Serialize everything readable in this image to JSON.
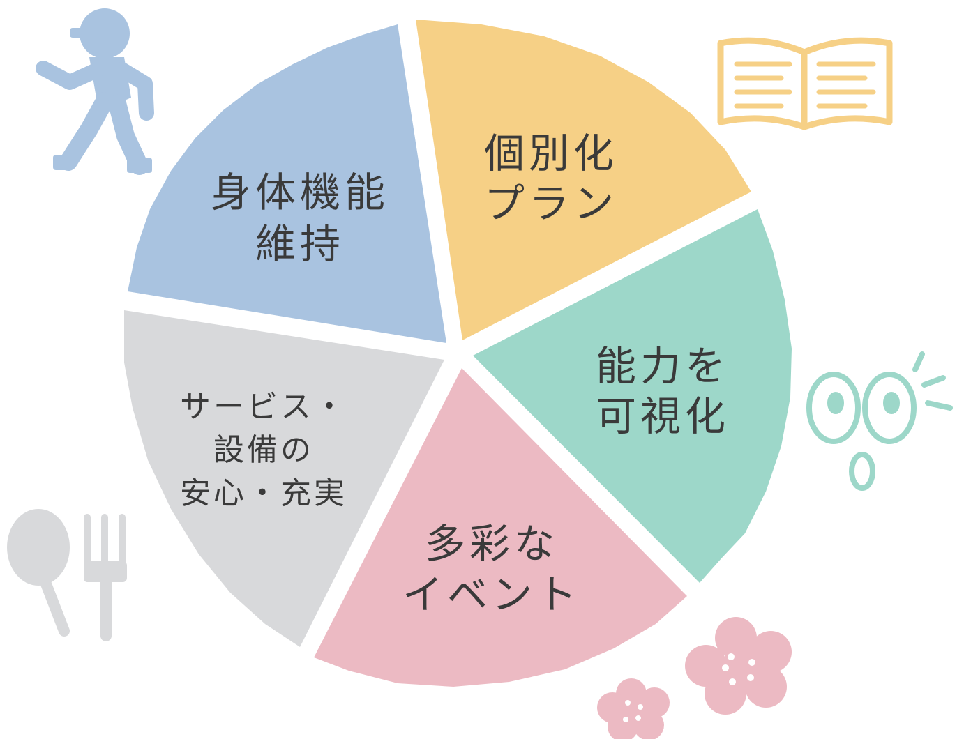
{
  "diagram": {
    "segments": [
      {
        "id": "physical",
        "lines": [
          "身体機能",
          "維持"
        ],
        "color": "#a9c3e0"
      },
      {
        "id": "plan",
        "lines": [
          "個別化",
          "プラン"
        ],
        "color": "#f6d086"
      },
      {
        "id": "visual",
        "lines": [
          "能力を",
          "可視化"
        ],
        "color": "#9dd7c9"
      },
      {
        "id": "event",
        "lines": [
          "多彩な",
          "イベント"
        ],
        "color": "#ecbac3"
      },
      {
        "id": "service",
        "lines": [
          "サービス・",
          "設備の",
          "安心・充実"
        ],
        "color": "#d8d9db"
      }
    ],
    "icons": [
      {
        "name": "walking-person-icon",
        "color": "#a9c3e0"
      },
      {
        "name": "open-book-icon",
        "color": "#f6d086"
      },
      {
        "name": "eyes-icon",
        "color": "#9dd7c9"
      },
      {
        "name": "flowers-icon",
        "color": "#ecbac3"
      },
      {
        "name": "spoon-fork-icon",
        "color": "#d8d9db"
      }
    ],
    "text_color": "#3a3a3a"
  }
}
